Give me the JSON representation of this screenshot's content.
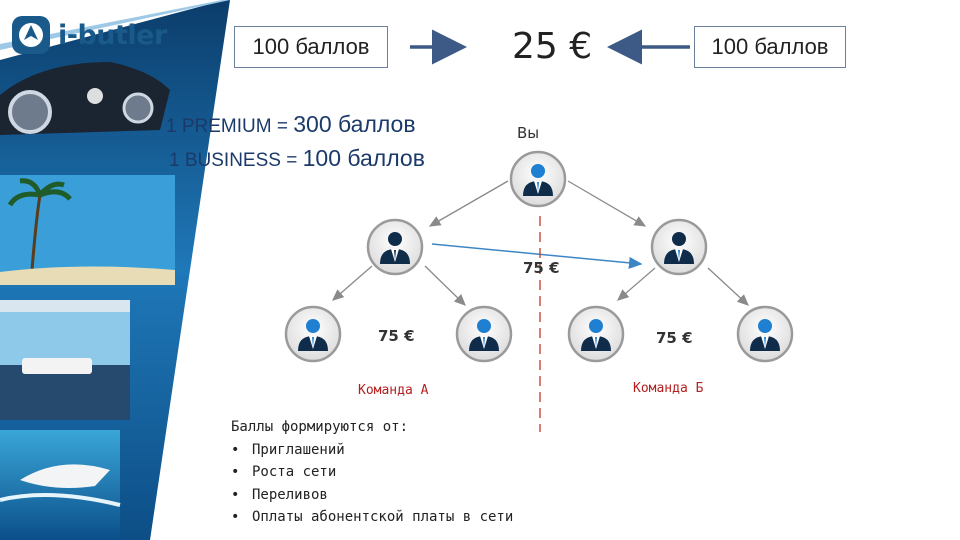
{
  "brand": {
    "name": "i-butler",
    "accent": "#1a5a8a"
  },
  "header": {
    "left_points": "100 баллов",
    "right_points": "100 баллов",
    "price": "25 €"
  },
  "rules": {
    "premium": {
      "name": "1 PREMIUM",
      "eq": "=",
      "points": "300 баллов"
    },
    "business": {
      "name": "1 BUSINESS",
      "eq": "=",
      "points": "100 баллов"
    }
  },
  "tree": {
    "you_label": "Вы",
    "center_amount": "75 €",
    "team_a": {
      "amount": "75 €",
      "label": "Команда А"
    },
    "team_b": {
      "amount": "75 €",
      "label": "Команда Б"
    }
  },
  "info": {
    "heading": "Баллы формируются от:",
    "items": [
      "Приглашений",
      "Роста сети",
      "Переливов",
      "Оплаты абонентской платы в сети"
    ]
  },
  "colors": {
    "divider": "#c0392b",
    "arrow": "#3d5a86",
    "line": "#8a8a8a",
    "avatar_blue": "#1f7fd1"
  }
}
